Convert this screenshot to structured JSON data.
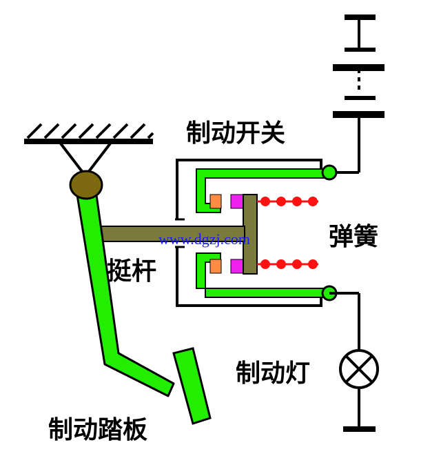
{
  "labels": {
    "brake_switch": "制动开关",
    "spring": "弹簧",
    "push_rod": "挺杆",
    "brake_light": "制动灯",
    "brake_pedal": "制动踏板"
  },
  "watermark": "www.dgzj.com",
  "colors": {
    "pedal_green": "#22ee00",
    "rod_olive": "#7a7a3a",
    "pivot": "#7d6a10",
    "contact_orange": "#ff8c42",
    "contact_magenta": "#ee22ee",
    "spring_red": "#ff1111",
    "housing_line": "#000000",
    "watermark_blue": "#1a1aff"
  }
}
